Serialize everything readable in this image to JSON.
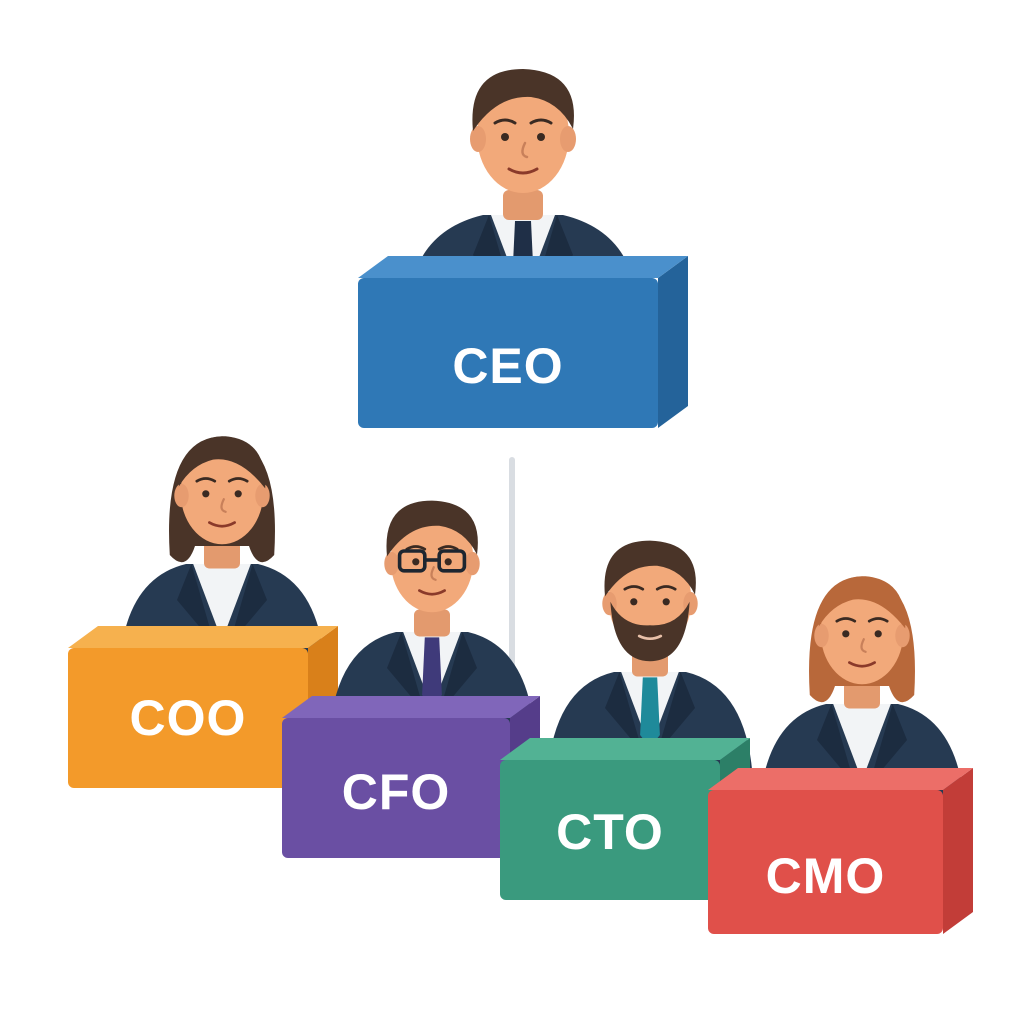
{
  "org_chart": {
    "nodes": [
      {
        "id": "ceo",
        "label": "CEO",
        "level": 0,
        "hair": "dark",
        "gender": "man",
        "accessory": "none",
        "tie": "navy",
        "box_color": "#2f78b6",
        "box_side": "#24639a",
        "box_top": "#4a90cc"
      },
      {
        "id": "coo",
        "label": "COO",
        "level": 1,
        "hair": "dark",
        "gender": "woman",
        "accessory": "none",
        "tie": "none",
        "box_color": "#f39a2a",
        "box_side": "#d9801a",
        "box_top": "#f6b14e"
      },
      {
        "id": "cfo",
        "label": "CFO",
        "level": 1,
        "hair": "dark",
        "gender": "man",
        "accessory": "glasses",
        "tie": "purple",
        "box_color": "#6a4fa3",
        "box_side": "#553d8a",
        "box_top": "#8066ba"
      },
      {
        "id": "cto",
        "label": "CTO",
        "level": 1,
        "hair": "dark",
        "gender": "man",
        "accessory": "beard",
        "tie": "teal",
        "box_color": "#3a9a7e",
        "box_side": "#2c7f67",
        "box_top": "#52b294"
      },
      {
        "id": "cmo",
        "label": "CMO",
        "level": 1,
        "hair": "auburn",
        "gender": "woman",
        "accessory": "none",
        "tie": "none",
        "box_color": "#e0504a",
        "box_side": "#c23d38",
        "box_top": "#ec6e68"
      }
    ],
    "edges": [
      {
        "from": "ceo",
        "to": "cfo"
      }
    ],
    "colors": {
      "suit": "#263a52",
      "suit_shadow": "#1c2c40",
      "shirt": "#f2f4f6",
      "skin": "#f2a97a",
      "hair_dark": "#4a3428",
      "hair_auburn": "#b8683a",
      "connector": "#d9dde2"
    }
  }
}
